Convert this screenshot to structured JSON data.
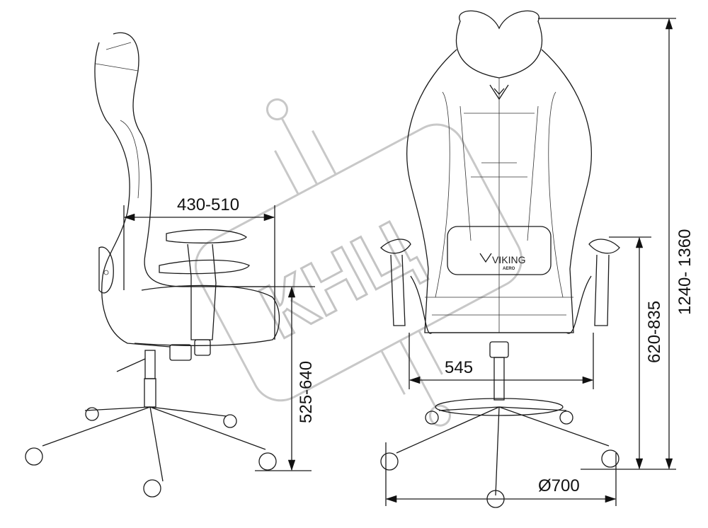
{
  "title": "Gaming chair dimensions drawing",
  "dimensions": {
    "seat_depth": "430-510",
    "seat_height": "525-640",
    "seat_width": "545",
    "base_diameter": "Ø700",
    "armrest_height": "620-835",
    "total_height": "1240- 1360"
  },
  "logo": {
    "brand": "VIKING",
    "model": "AERO"
  },
  "watermark": "КНЦ"
}
